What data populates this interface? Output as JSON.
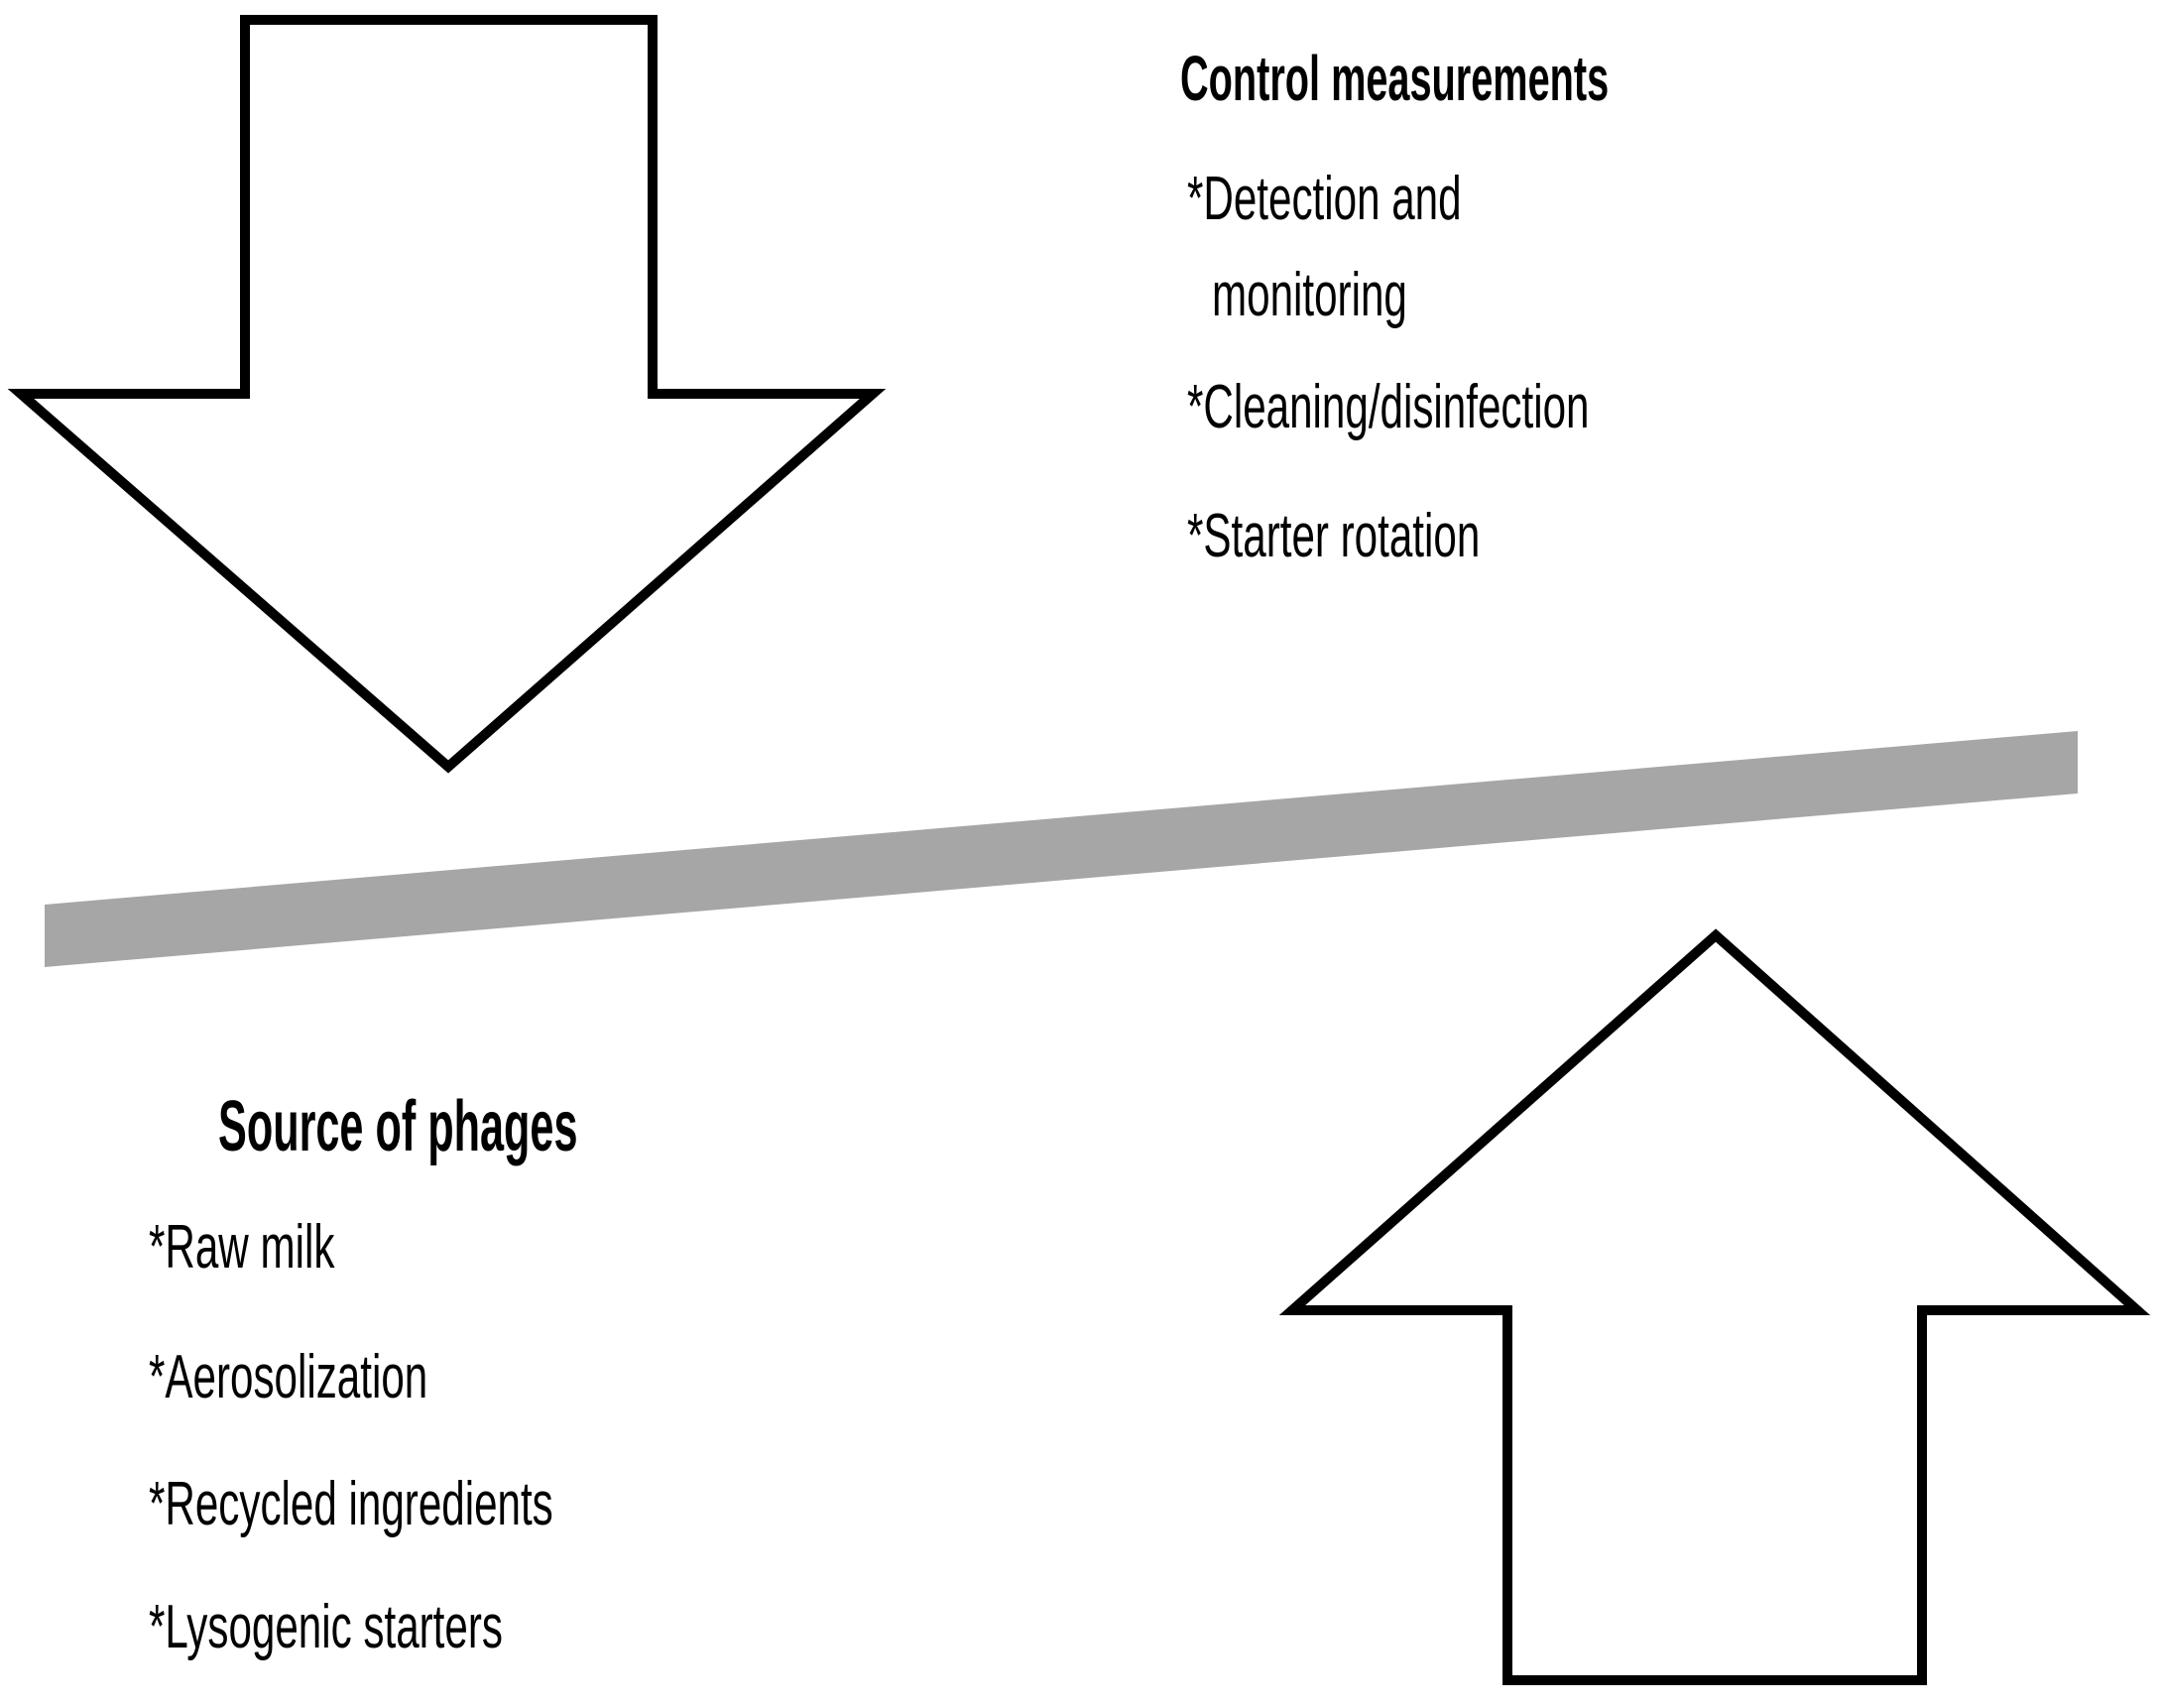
{
  "figure": {
    "control_block": {
      "heading": "Control measurements",
      "lines": [
        "*Detection and",
        "monitoring",
        "*Cleaning/disinfection",
        "*Starter rotation"
      ]
    },
    "source_block": {
      "heading": "Source of phages",
      "lines": [
        "*Raw milk",
        "*Aerosolization",
        "*Recycled ingredients",
        "*Lysogenic starters"
      ]
    },
    "colors": {
      "background": "#ffffff",
      "text": "#000000",
      "arrow_fill": "#ffffff",
      "arrow_stroke": "#000000",
      "beam_gray": "#a6a6a6"
    }
  }
}
